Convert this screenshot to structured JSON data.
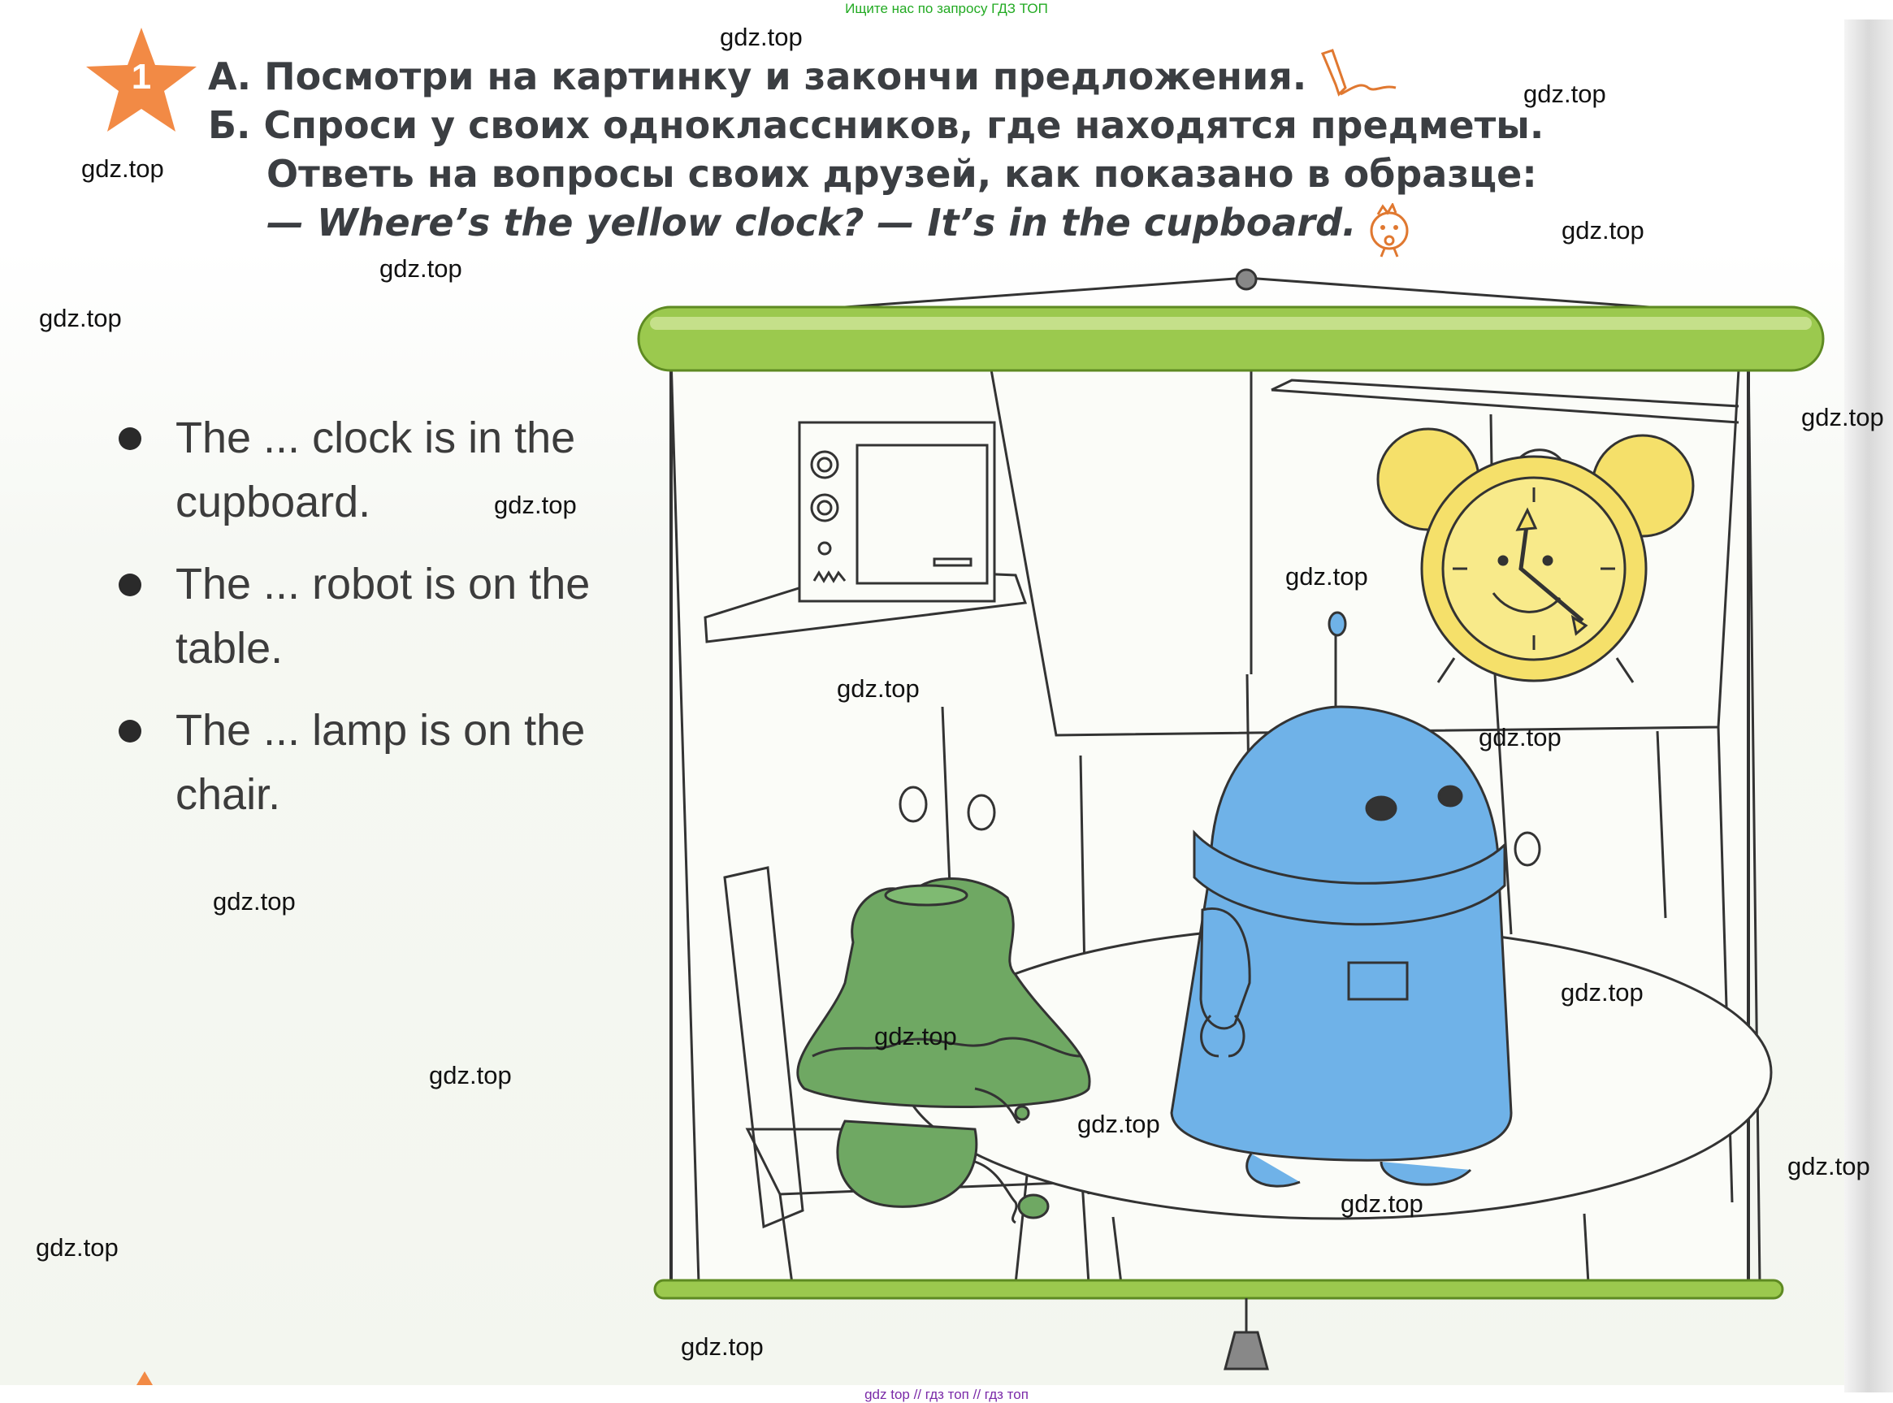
{
  "banners": {
    "top": "Ищите нас по запросу ГДЗ ТОП",
    "bottom": "gdz top  //  гдз топ  //  гдз топ"
  },
  "exercise": {
    "number": "1",
    "line_a": "А. Посмотри на картинку и закончи предложения.",
    "line_b": "Б. Спроси у своих одноклассников, где находятся предметы.",
    "line_c": "Ответь на вопросы своих друзей, как показано в образце:",
    "example": "— Where’s the yellow clock? — It’s in the cupboard."
  },
  "items": [
    {
      "text": "The ... clock is in the cupboard."
    },
    {
      "text": "The ... robot is on the table."
    },
    {
      "text": "The ... lamp is on the chair."
    }
  ],
  "watermark_text": "gdz.top",
  "colors": {
    "star": "#f28a45",
    "instruction_text": "#3b3e42",
    "roller": "#9bc94e",
    "clock": "#f5e06a",
    "robot": "#6fb2e8",
    "lamp": "#6fa863",
    "top_banner": "#22aa22",
    "bottom_banner": "#7a2aa8"
  },
  "icons": [
    "star-icon",
    "pencil-icon",
    "thinking-face-icon"
  ]
}
